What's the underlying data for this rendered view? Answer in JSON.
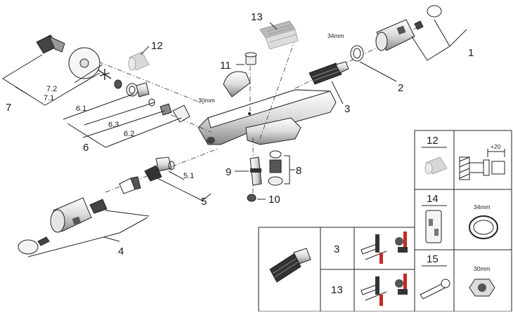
{
  "callouts": {
    "c1": "1",
    "c2": "2",
    "c3": "3",
    "c4": "4",
    "c5": "5",
    "c6": "6",
    "c7": "7",
    "c8": "8",
    "c9": "9",
    "c10": "10",
    "c11": "11",
    "c12": "12",
    "c13": "13"
  },
  "subcallouts": {
    "s72": "7.2",
    "s71": "7.1",
    "s61": "6.1",
    "s63": "6.3",
    "s62": "6.2",
    "s51": "5.1"
  },
  "dimensions": {
    "d34": "34mm",
    "d30": "30mm",
    "plus20": "+20"
  },
  "legend": {
    "row12": "12",
    "row14": "14",
    "row15": "15",
    "d34": "34mm",
    "d30": "30mm"
  },
  "cartridge_table": {
    "row3": "3",
    "row13": "13"
  },
  "colors": {
    "line": "#222222",
    "part_fill": "#f2f2f2",
    "part_shade": "#8c8c8c",
    "gray_part": "#cfcfcf",
    "red": "#c62828"
  }
}
